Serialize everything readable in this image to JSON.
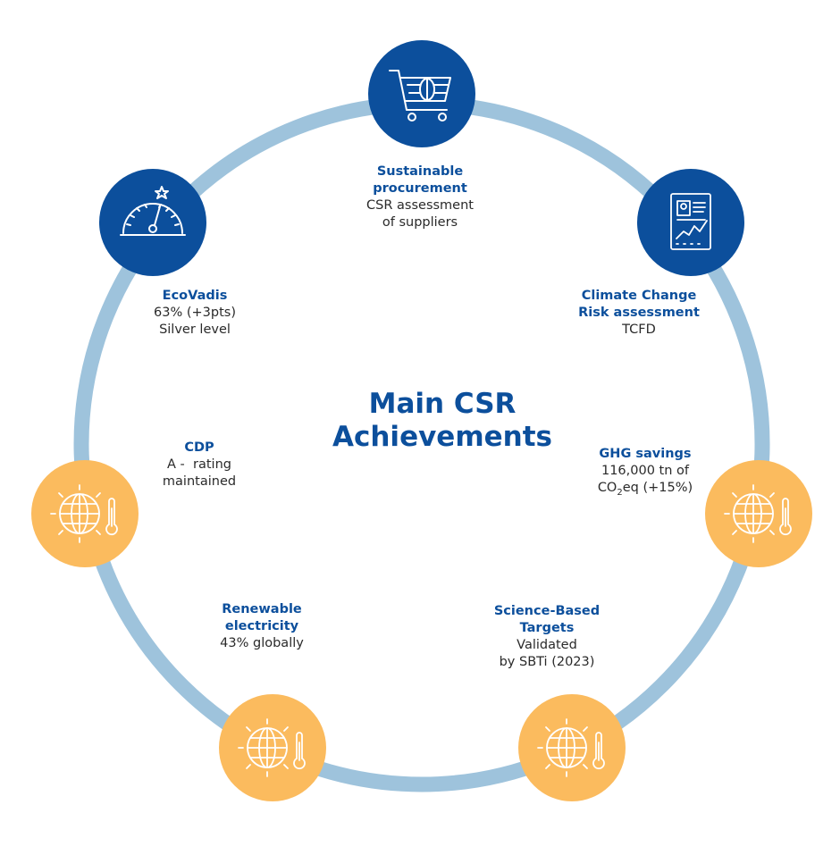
{
  "title_line1": "Main CSR",
  "title_line2": "Achievements",
  "colors": {
    "ring": "#9ec3dc",
    "blue": "#0c4f9c",
    "orange": "#fbbb5e",
    "text": "#2a2a2a"
  },
  "items": [
    {
      "title_line1": "Sustainable",
      "title_line2": "procurement",
      "desc_line1": "CSR assessment",
      "desc_line2": "of suppliers",
      "icon": "shopping-cart-leaf-icon"
    },
    {
      "title_line1": "Climate Change",
      "title_line2": "Risk assessment",
      "desc_line1": "TCFD",
      "icon": "risk-report-chart-icon"
    },
    {
      "title_line1": "GHG savings",
      "desc_line1": "116,000 tn of",
      "desc_co2": "CO",
      "desc_sub": "2",
      "desc_tail": "eq (+15%)",
      "icon": "globe-thermometer-icon"
    },
    {
      "title_line1": "Science-Based",
      "title_line2": "Targets",
      "desc_line1": "Validated",
      "desc_line2": "by SBTi (2023)",
      "icon": "globe-thermometer-icon"
    },
    {
      "title_line1": "Renewable",
      "title_line2": "electricity",
      "desc_line1": "43% globally",
      "icon": "globe-thermometer-icon"
    },
    {
      "title_line1": "CDP",
      "desc_line1": "A -  rating",
      "desc_line2": "maintained",
      "icon": "globe-thermometer-icon"
    },
    {
      "title_line1": "EcoVadis",
      "desc_line1": "63% (+3pts)",
      "desc_line2": "Silver level",
      "icon": "speedometer-star-icon"
    }
  ]
}
